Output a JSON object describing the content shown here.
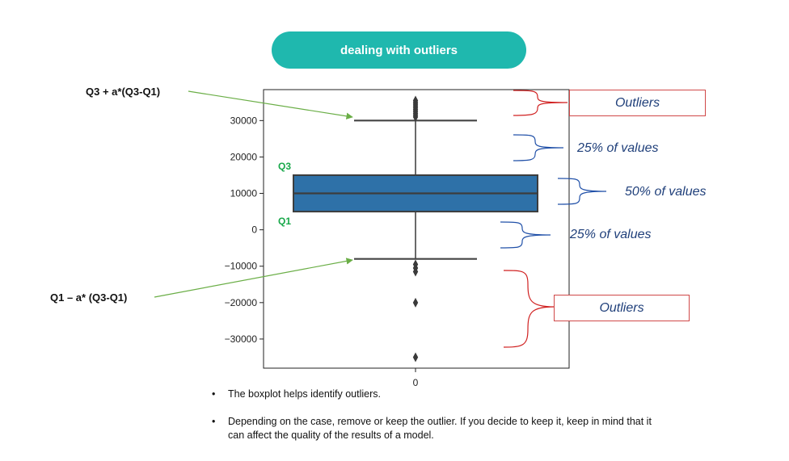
{
  "title": "dealing with outliers",
  "formulas": {
    "upper": "Q3 + a*(Q3-Q1)",
    "lower": "Q1 – a* (Q3-Q1)"
  },
  "quartile_labels": {
    "q3": "Q3",
    "q1": "Q1"
  },
  "annotations": {
    "outliers_top": "Outliers",
    "pct_upper": "25% of values",
    "pct_middle": "50% of values",
    "pct_lower": "25% of values",
    "outliers_bottom": "Outliers"
  },
  "notes": [
    "The boxplot helps identify outliers.",
    "Depending on the case, remove or keep the outlier. If you decide to keep it, keep in mind that it can affect the quality of the results of a model."
  ],
  "colors": {
    "pill": "#1fb8ae",
    "box": "#2e71a8",
    "arrow": "#6aae46",
    "red_brace": "#d02020",
    "blue_brace": "#2050a8",
    "quartile_label": "#18a84a"
  },
  "chart_data": {
    "type": "boxplot",
    "categories": [
      "0"
    ],
    "y_ticks": [
      30000,
      20000,
      10000,
      0,
      -10000,
      -20000,
      -30000
    ],
    "y_tick_labels": [
      "30000",
      "20000",
      "10000",
      "0",
      "−10000",
      "−20000",
      "−30000"
    ],
    "ylim": [
      -38000,
      38500
    ],
    "box": {
      "q1": 5000,
      "median": 10000,
      "q3": 15000,
      "whisker_low": -8000,
      "whisker_high": 30000
    },
    "outliers": [
      31000,
      31500,
      32000,
      32500,
      33000,
      33500,
      34000,
      34500,
      35000,
      35500,
      -9500,
      -10500,
      -11500,
      -20000,
      -35000
    ],
    "grid": false
  }
}
